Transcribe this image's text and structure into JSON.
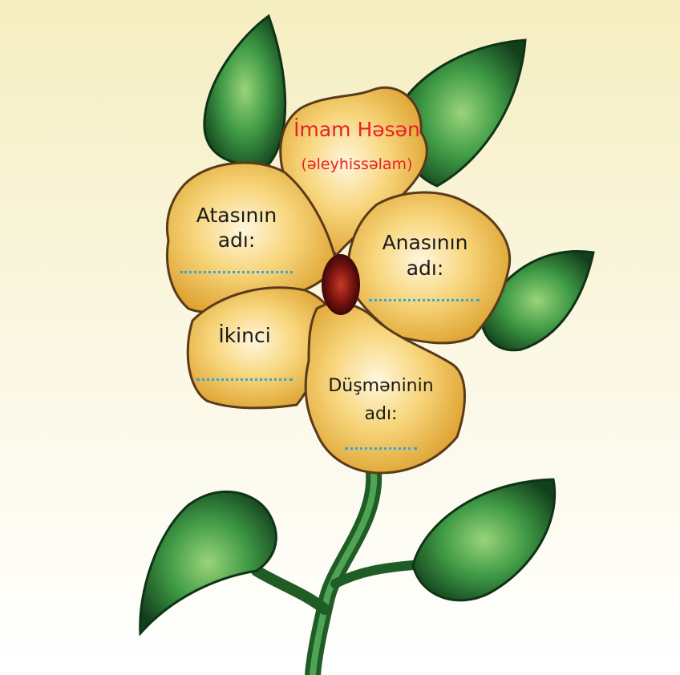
{
  "title": {
    "line1": "İmam Həsən",
    "line2": "(əleyhissəlam)"
  },
  "petals": {
    "father": {
      "line1": "Atasının",
      "line2": "adı:"
    },
    "mother": {
      "line1": "Anasının",
      "line2": "adı:"
    },
    "second": {
      "line1": "İkinci"
    },
    "enemy": {
      "line1": "Düşməninin",
      "line2": "adı:"
    }
  },
  "colors": {
    "title": "#e8202a",
    "label": "#1a1a1a",
    "blank_line": "#2aa8e0",
    "petal": "#f2c24e",
    "petal_outline": "#5a3a1a",
    "leaf": "#2d8a3a",
    "stem": "#2f7d34",
    "center": "#7a1410",
    "background_top": "#f5eec0",
    "background_bottom": "#ffffff"
  }
}
